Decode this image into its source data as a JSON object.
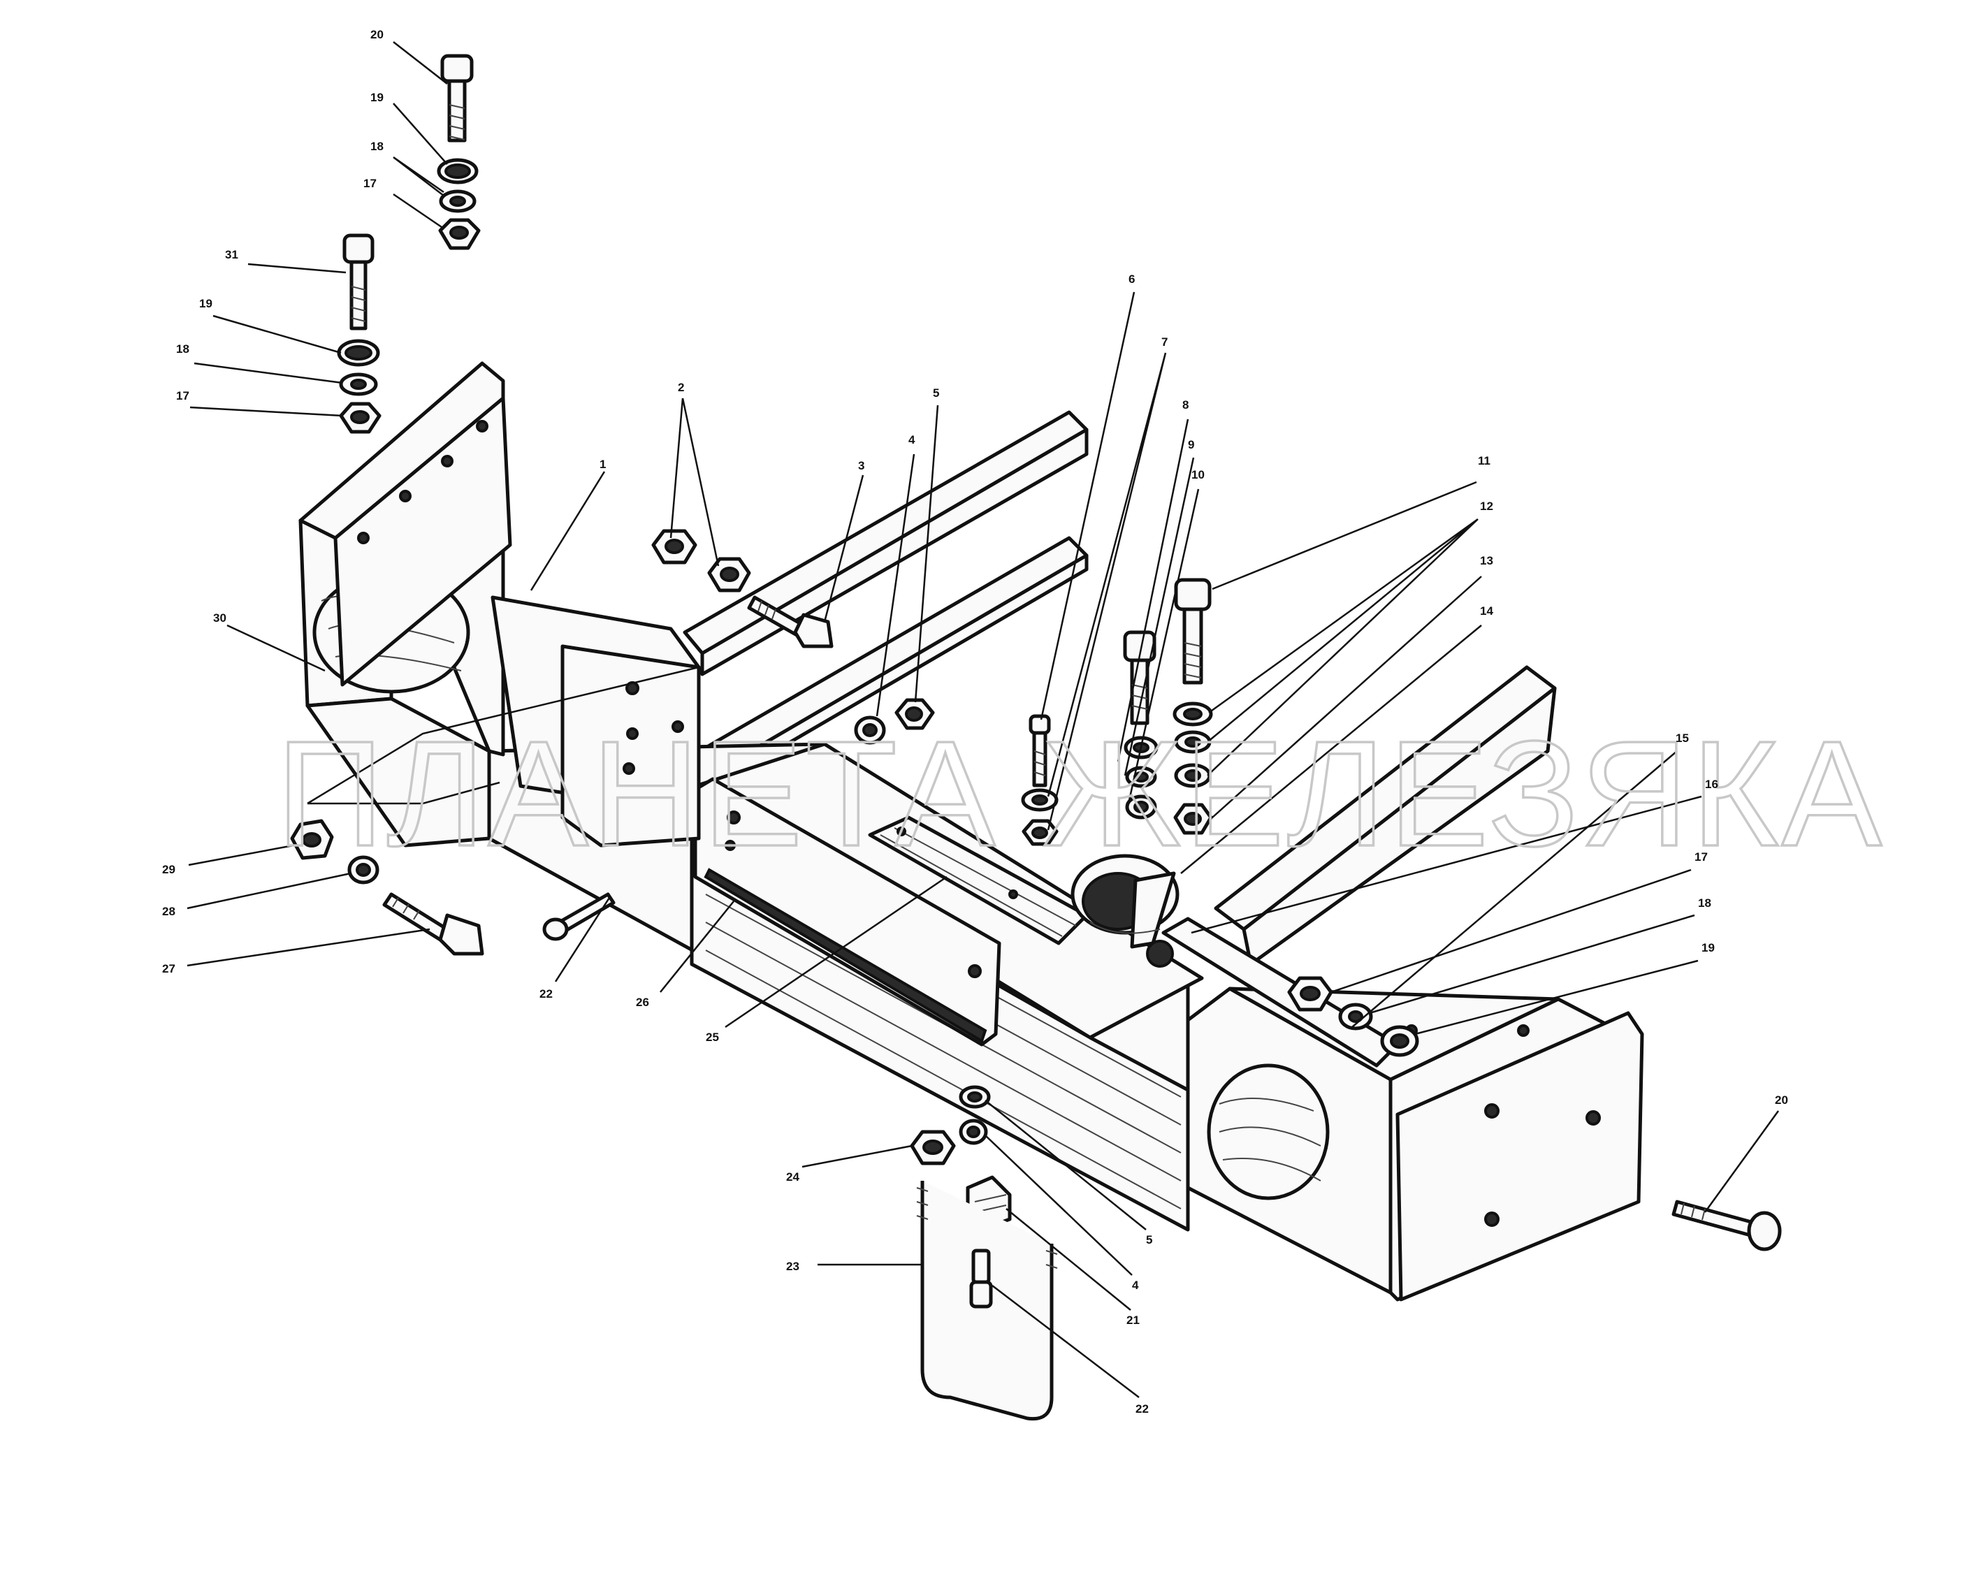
{
  "watermark": "ПЛАНЕТА ЖЕЛЕЗЯКА",
  "callouts": [
    {
      "id": "c20a",
      "text": "20"
    },
    {
      "id": "c19a",
      "text": "19"
    },
    {
      "id": "c18a",
      "text": "18"
    },
    {
      "id": "c17a",
      "text": "17"
    },
    {
      "id": "c31",
      "text": "31"
    },
    {
      "id": "c19b",
      "text": "19"
    },
    {
      "id": "c18b",
      "text": "18"
    },
    {
      "id": "c17b",
      "text": "17"
    },
    {
      "id": "c30",
      "text": "30"
    },
    {
      "id": "c1",
      "text": "1"
    },
    {
      "id": "c2",
      "text": "2"
    },
    {
      "id": "c3",
      "text": "3"
    },
    {
      "id": "c4a",
      "text": "4"
    },
    {
      "id": "c5a",
      "text": "5"
    },
    {
      "id": "c6",
      "text": "6"
    },
    {
      "id": "c7",
      "text": "7"
    },
    {
      "id": "c8",
      "text": "8"
    },
    {
      "id": "c9",
      "text": "9"
    },
    {
      "id": "c10",
      "text": "10"
    },
    {
      "id": "c11",
      "text": "11"
    },
    {
      "id": "c12",
      "text": "12"
    },
    {
      "id": "c13",
      "text": "13"
    },
    {
      "id": "c14",
      "text": "14"
    },
    {
      "id": "c15",
      "text": "15"
    },
    {
      "id": "c16",
      "text": "16"
    },
    {
      "id": "c17c",
      "text": "17"
    },
    {
      "id": "c18c",
      "text": "18"
    },
    {
      "id": "c19c",
      "text": "19"
    },
    {
      "id": "c20b",
      "text": "20"
    },
    {
      "id": "c29",
      "text": "29"
    },
    {
      "id": "c28",
      "text": "28"
    },
    {
      "id": "c27",
      "text": "27"
    },
    {
      "id": "c22a",
      "text": "22"
    },
    {
      "id": "c26",
      "text": "26"
    },
    {
      "id": "c25",
      "text": "25"
    },
    {
      "id": "c24",
      "text": "24"
    },
    {
      "id": "c5b",
      "text": "5"
    },
    {
      "id": "c4b",
      "text": "4"
    },
    {
      "id": "c21",
      "text": "21"
    },
    {
      "id": "c23",
      "text": "23"
    },
    {
      "id": "c22b",
      "text": "22"
    }
  ]
}
